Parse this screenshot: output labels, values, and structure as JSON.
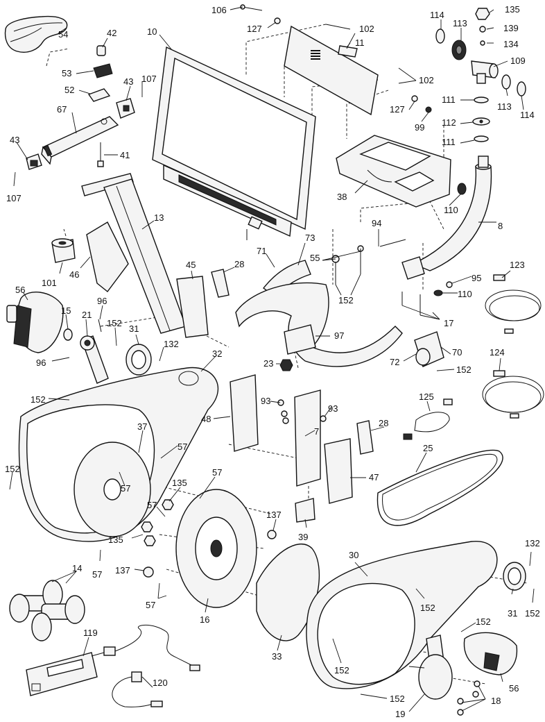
{
  "labels": [
    {
      "id": "106",
      "text": "106"
    },
    {
      "id": "127a",
      "text": "127"
    },
    {
      "id": "10",
      "text": "10"
    },
    {
      "id": "102a",
      "text": "102"
    },
    {
      "id": "11",
      "text": "11"
    },
    {
      "id": "102b",
      "text": "102"
    },
    {
      "id": "127b",
      "text": "127"
    },
    {
      "id": "99",
      "text": "99"
    },
    {
      "id": "54",
      "text": "54"
    },
    {
      "id": "42",
      "text": "42"
    },
    {
      "id": "53",
      "text": "53"
    },
    {
      "id": "52",
      "text": "52"
    },
    {
      "id": "43a",
      "text": "43"
    },
    {
      "id": "107a",
      "text": "107"
    },
    {
      "id": "67",
      "text": "67"
    },
    {
      "id": "43b",
      "text": "43"
    },
    {
      "id": "41",
      "text": "41"
    },
    {
      "id": "107b",
      "text": "107"
    },
    {
      "id": "114a",
      "text": "114"
    },
    {
      "id": "113a",
      "text": "113"
    },
    {
      "id": "135a",
      "text": "135"
    },
    {
      "id": "139",
      "text": "139"
    },
    {
      "id": "134",
      "text": "134"
    },
    {
      "id": "109",
      "text": "109"
    },
    {
      "id": "111a",
      "text": "111"
    },
    {
      "id": "113b",
      "text": "113"
    },
    {
      "id": "114b",
      "text": "114"
    },
    {
      "id": "112",
      "text": "112"
    },
    {
      "id": "111b",
      "text": "111"
    },
    {
      "id": "38",
      "text": "38"
    },
    {
      "id": "110a",
      "text": "110"
    },
    {
      "id": "8",
      "text": "8"
    },
    {
      "id": "13",
      "text": "13"
    },
    {
      "id": "101",
      "text": "101"
    },
    {
      "id": "46",
      "text": "46"
    },
    {
      "id": "45",
      "text": "45"
    },
    {
      "id": "28a",
      "text": "28"
    },
    {
      "id": "73",
      "text": "73"
    },
    {
      "id": "71",
      "text": "71"
    },
    {
      "id": "55",
      "text": "55"
    },
    {
      "id": "94",
      "text": "94"
    },
    {
      "id": "152a",
      "text": "152"
    },
    {
      "id": "95",
      "text": "95"
    },
    {
      "id": "110b",
      "text": "110"
    },
    {
      "id": "17",
      "text": "17"
    },
    {
      "id": "123",
      "text": "123"
    },
    {
      "id": "56a",
      "text": "56"
    },
    {
      "id": "15",
      "text": "15"
    },
    {
      "id": "21",
      "text": "21"
    },
    {
      "id": "96a",
      "text": "96"
    },
    {
      "id": "152b",
      "text": "152"
    },
    {
      "id": "31a",
      "text": "31"
    },
    {
      "id": "132a",
      "text": "132"
    },
    {
      "id": "96b",
      "text": "96"
    },
    {
      "id": "97",
      "text": "97"
    },
    {
      "id": "23",
      "text": "23"
    },
    {
      "id": "72",
      "text": "72"
    },
    {
      "id": "70",
      "text": "70"
    },
    {
      "id": "152c",
      "text": "152"
    },
    {
      "id": "124",
      "text": "124"
    },
    {
      "id": "32",
      "text": "32"
    },
    {
      "id": "152d",
      "text": "152"
    },
    {
      "id": "93a",
      "text": "93"
    },
    {
      "id": "93b",
      "text": "93"
    },
    {
      "id": "48",
      "text": "48"
    },
    {
      "id": "7",
      "text": "7"
    },
    {
      "id": "125",
      "text": "125"
    },
    {
      "id": "37",
      "text": "37"
    },
    {
      "id": "57a",
      "text": "57"
    },
    {
      "id": "57b",
      "text": "57"
    },
    {
      "id": "28b",
      "text": "28"
    },
    {
      "id": "47",
      "text": "47"
    },
    {
      "id": "25",
      "text": "25"
    },
    {
      "id": "152e",
      "text": "152"
    },
    {
      "id": "57c",
      "text": "57"
    },
    {
      "id": "135b",
      "text": "135"
    },
    {
      "id": "57d",
      "text": "57"
    },
    {
      "id": "137a",
      "text": "137"
    },
    {
      "id": "135c",
      "text": "135"
    },
    {
      "id": "39",
      "text": "39"
    },
    {
      "id": "57e",
      "text": "57"
    },
    {
      "id": "132b",
      "text": "132"
    },
    {
      "id": "30",
      "text": "30"
    },
    {
      "id": "14",
      "text": "14"
    },
    {
      "id": "137b",
      "text": "137"
    },
    {
      "id": "57f",
      "text": "57"
    },
    {
      "id": "16",
      "text": "16"
    },
    {
      "id": "152f",
      "text": "152"
    },
    {
      "id": "31b",
      "text": "31"
    },
    {
      "id": "152g",
      "text": "152"
    },
    {
      "id": "152h",
      "text": "152"
    },
    {
      "id": "119",
      "text": "119"
    },
    {
      "id": "33",
      "text": "33"
    },
    {
      "id": "152i",
      "text": "152"
    },
    {
      "id": "56b",
      "text": "56"
    },
    {
      "id": "120",
      "text": "120"
    },
    {
      "id": "152j",
      "text": "152"
    },
    {
      "id": "18",
      "text": "18"
    },
    {
      "id": "19",
      "text": "19"
    }
  ]
}
